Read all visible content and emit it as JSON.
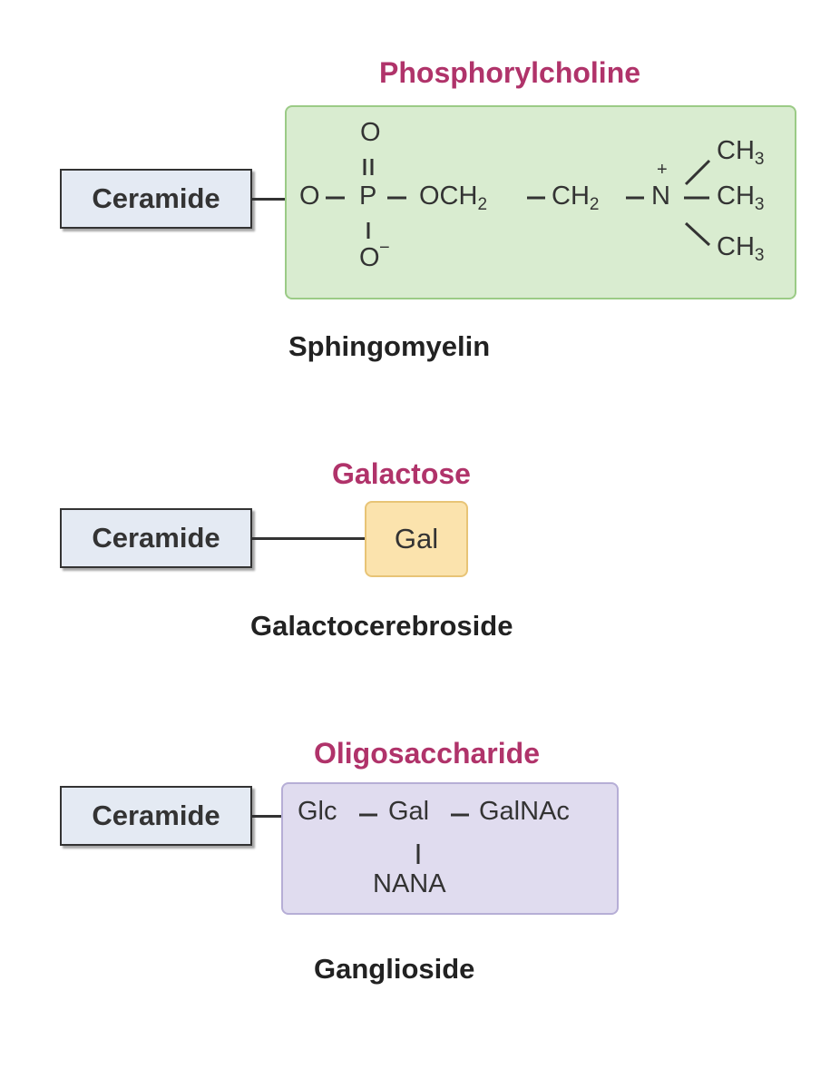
{
  "sphingomyelin": {
    "ceramide_label": "Ceramide",
    "head_label": "Phosphorylcholine",
    "name": "Sphingomyelin",
    "formula": {
      "o_top": "O",
      "o_left": "O",
      "p": "P",
      "o_bottom": "O",
      "charge_neg": "−",
      "och2": "OCH",
      "ch2": "CH",
      "sub2": "2",
      "n": "N",
      "charge_pos": "+",
      "ch3_top": "CH",
      "ch3_mid": "CH",
      "ch3_bot": "CH",
      "sub3": "3"
    }
  },
  "galactocerebroside": {
    "ceramide_label": "Ceramide",
    "head_label": "Galactose",
    "gal_label": "Gal",
    "name": "Galactocerebroside"
  },
  "ganglioside": {
    "ceramide_label": "Ceramide",
    "head_label": "Oligosaccharide",
    "sugars": [
      "Glc",
      "Gal",
      "GalNAc"
    ],
    "branch": "NANA",
    "name": "Ganglioside"
  },
  "colors": {
    "head_label": "#b0336a",
    "phosphorylcholine_box": "#d9ecd0",
    "galactose_box": "#fbe3ad",
    "oligosaccharide_box": "#e0dcef",
    "ceramide_box": "#e4eaf3"
  }
}
